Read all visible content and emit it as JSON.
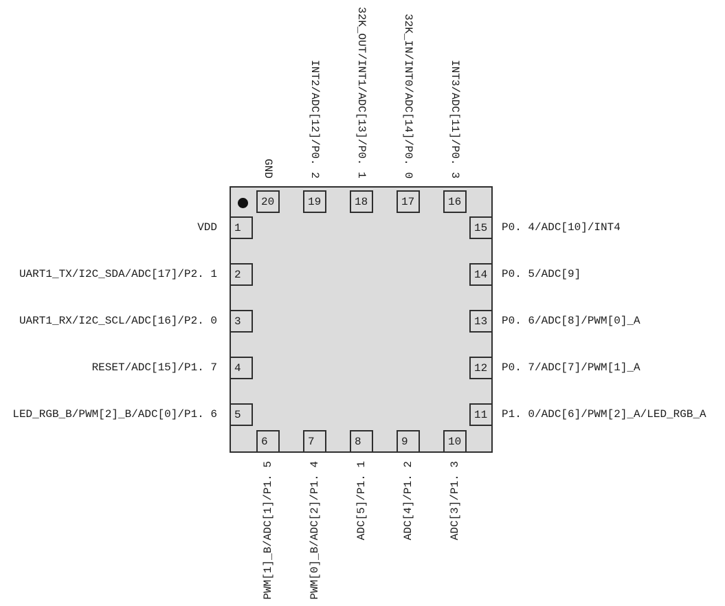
{
  "diagram": {
    "type": "ic-pinout",
    "package": "20-pin quad (QFN-20 style)",
    "colors": {
      "background": "#ffffff",
      "chip_fill": "#dcdcdc",
      "line": "#2e2e2e",
      "text": "#1c1c1c",
      "pin1_marker": "#111111"
    }
  },
  "pins": {
    "top": [
      {
        "number": "20",
        "label": "GND"
      },
      {
        "number": "19",
        "label": "INT2/ADC[12]/P0. 2"
      },
      {
        "number": "18",
        "label": "32K_OUT/INT1/ADC[13]/P0. 1"
      },
      {
        "number": "17",
        "label": "32K_IN/INT0/ADC[14]/P0. 0"
      },
      {
        "number": "16",
        "label": "INT3/ADC[11]/P0. 3"
      }
    ],
    "left": [
      {
        "number": "1",
        "label": "VDD"
      },
      {
        "number": "2",
        "label": "UART1_TX/I2C_SDA/ADC[17]/P2. 1"
      },
      {
        "number": "3",
        "label": "UART1_RX/I2C_SCL/ADC[16]/P2. 0"
      },
      {
        "number": "4",
        "label": "RESET/ADC[15]/P1. 7"
      },
      {
        "number": "5",
        "label": "LED_RGB_B/PWM[2]_B/ADC[0]/P1. 6"
      }
    ],
    "right": [
      {
        "number": "15",
        "label": "P0. 4/ADC[10]/INT4"
      },
      {
        "number": "14",
        "label": "P0. 5/ADC[9]"
      },
      {
        "number": "13",
        "label": "P0. 6/ADC[8]/PWM[0]_A"
      },
      {
        "number": "12",
        "label": "P0. 7/ADC[7]/PWM[1]_A"
      },
      {
        "number": "11",
        "label": "P1. 0/ADC[6]/PWM[2]_A/LED_RGB_A"
      }
    ],
    "bottom": [
      {
        "number": "6",
        "label": "PWM[1]_B/ADC[1]/P1. 5"
      },
      {
        "number": "7",
        "label": "PWM[0]_B/ADC[2]/P1. 4"
      },
      {
        "number": "8",
        "label": "ADC[5]/P1. 1"
      },
      {
        "number": "9",
        "label": "ADC[4]/P1. 2"
      },
      {
        "number": "10",
        "label": "ADC[3]/P1. 3"
      }
    ]
  }
}
